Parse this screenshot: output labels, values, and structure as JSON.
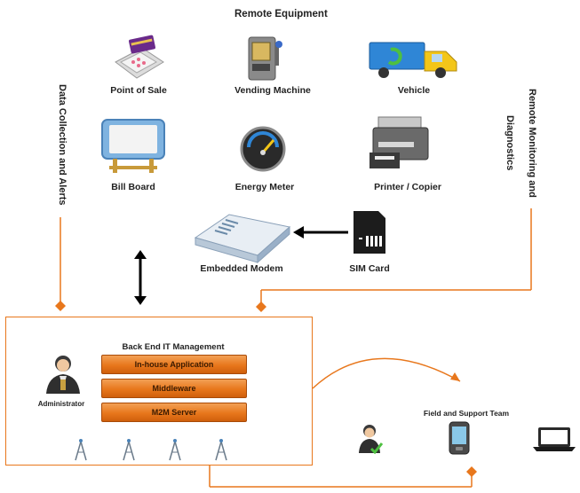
{
  "title": "Remote Equipment",
  "devices": [
    {
      "label": "Point of Sale",
      "icon": "pos-terminal-icon"
    },
    {
      "label": "Vending Machine",
      "icon": "vending-machine-icon"
    },
    {
      "label": "Vehicle",
      "icon": "truck-icon"
    },
    {
      "label": "Bill Board",
      "icon": "billboard-icon"
    },
    {
      "label": "Energy Meter",
      "icon": "energy-meter-icon"
    },
    {
      "label": "Printer / Copier",
      "icon": "printer-icon"
    }
  ],
  "modem": {
    "label": "Embedded Modem",
    "icon": "modem-icon"
  },
  "sim": {
    "label": "SIM Card",
    "icon": "sim-card-icon"
  },
  "side_labels": {
    "left": "Data Collection and Alerts",
    "right_line1": "Remote Monitoring and",
    "right_line2": "Diagnostics"
  },
  "backend": {
    "title": "Back End IT Management",
    "administrator": "Administrator",
    "layers": [
      "In-house Application",
      "Middleware",
      "M2M Server"
    ]
  },
  "field": {
    "label": "Field and Support Team"
  },
  "colors": {
    "accent": "#e8771c",
    "connector": "#e8771c"
  }
}
